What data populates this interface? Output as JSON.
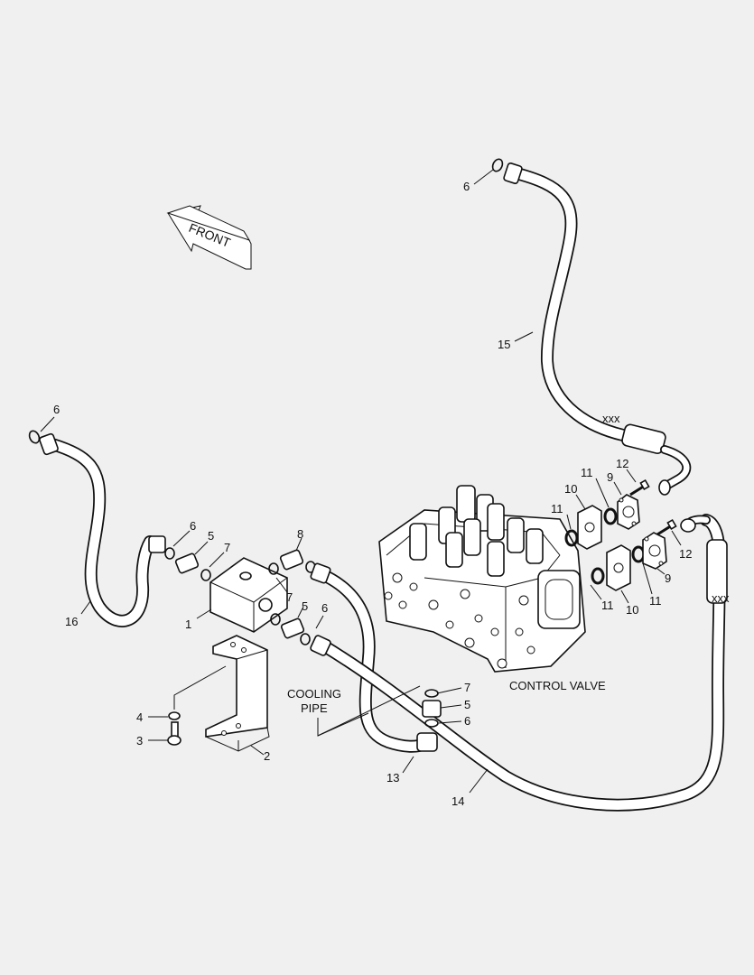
{
  "direction_arrow": {
    "text": "FRONT"
  },
  "titles": {
    "control_valve": "CONTROL VALVE",
    "cooling_pipe_line1": "COOLING",
    "cooling_pipe_line2": "PIPE"
  },
  "callouts": {
    "c1": "1",
    "c2": "2",
    "c3": "3",
    "c4": "4",
    "c5a": "5",
    "c5b": "5",
    "c5c": "5",
    "c6a": "6",
    "c6b": "6",
    "c6c": "6",
    "c6d": "6",
    "c6e": "6",
    "c7a": "7",
    "c7b": "7",
    "c7c": "7",
    "c8": "8",
    "c9a": "9",
    "c9b": "9",
    "c10a": "10",
    "c10b": "10",
    "c11a": "11",
    "c11b": "11",
    "c11c": "11",
    "c11d": "11",
    "c12a": "12",
    "c12b": "12",
    "c13": "13",
    "c14": "14",
    "c15": "15",
    "c16": "16"
  }
}
